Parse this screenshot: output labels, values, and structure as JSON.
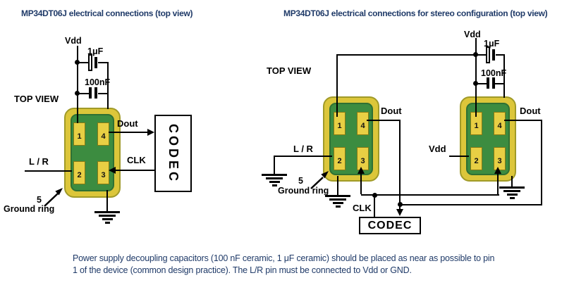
{
  "left_diagram": {
    "title": "MP34DT06J electrical connections (top view)",
    "top_view": "TOP VIEW",
    "vdd": "Vdd",
    "cap_1uf": "1μF",
    "cap_100nf": "100nF",
    "mic": {
      "pin1": "1",
      "pin2": "2",
      "pin3": "3",
      "pin4": "4"
    },
    "dout": "Dout",
    "clk": "CLK",
    "lr": "L / R",
    "pin5": "5",
    "ground_ring": "Ground ring",
    "codec": "CODEC"
  },
  "right_diagram": {
    "title": "MP34DT06J electrical connections for stereo configuration (top view)",
    "top_view": "TOP VIEW",
    "vdd": "Vdd",
    "cap_1uf": "1μF",
    "cap_100nf": "100nF",
    "left_mic": {
      "pin1": "1",
      "pin2": "2",
      "pin3": "3",
      "pin4": "4",
      "dout": "Dout",
      "lr": "L / R",
      "pin5": "5",
      "ground_ring": "Ground ring"
    },
    "right_mic": {
      "pin1": "1",
      "pin2": "2",
      "pin3": "3",
      "pin4": "4",
      "dout": "Dout",
      "vdd": "Vdd"
    },
    "clk": "CLK",
    "codec": "CODEC"
  },
  "caption": {
    "line1": "Power supply decoupling capacitors (100 nF ceramic, 1 μF ceramic) should be placed as near as possible to pin",
    "line2": "1 of the device (common design practice). The L/R pin must be connected to Vdd or GND."
  },
  "colors": {
    "title_text": "#1f3a68",
    "caption_text": "#1f3a68",
    "chip_ring": "#dcc63a",
    "chip_green": "#3c8c40",
    "pad_fill": "#e8cf44",
    "wire": "#000000"
  }
}
